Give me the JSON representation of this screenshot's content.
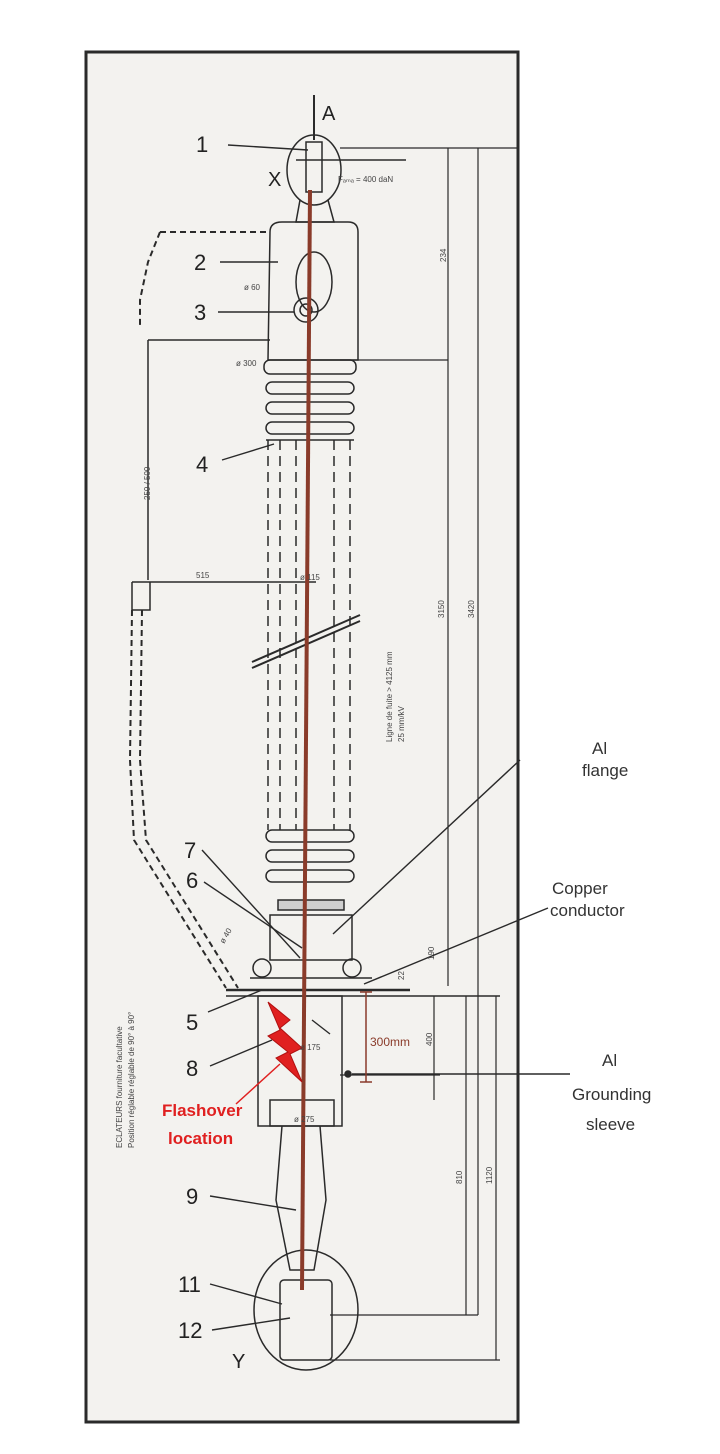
{
  "drawing": {
    "view_labels": {
      "top": "A",
      "upper": "X",
      "lower": "Y"
    },
    "part_numbers": [
      "1",
      "2",
      "3",
      "4",
      "7",
      "6",
      "5",
      "8",
      "9",
      "11",
      "12"
    ],
    "dimensions": {
      "top_spec": "Fₐₘₐ = 400 daN",
      "d60": "ø 60",
      "d300": "ø 300",
      "d115": "ø 115",
      "len_515": "515",
      "vert_250": "250 / 500",
      "len_234": "234",
      "len_3150": "3150",
      "len_3420": "3420",
      "len_810": "810",
      "len_1120": "1120",
      "len_400": "400",
      "len_190": "190",
      "len_22": "22",
      "d40": "ø 40",
      "d175": "ø 175",
      "d275": "ø 275",
      "creepage_1": "Ligne de fuite > 4125 mm",
      "creepage_2": "25 mm/kV"
    },
    "side_note_1": "ECLATEURS fourniture facultative",
    "side_note_2": "Position réglable réglable de 90° à 90°"
  },
  "annotations": {
    "al_flange_1": "Al",
    "al_flange_2": "flange",
    "copper_1": "Copper",
    "copper_2": "conductor",
    "measure": "300mm",
    "grounding_1": "Al",
    "grounding_2": "Grounding",
    "grounding_3": "sleeve",
    "flashover_1": "Flashover",
    "flashover_2": "location"
  },
  "colors": {
    "conductor": "#8a3b2a",
    "flashover": "#e02020",
    "ink": "#2a2a2a",
    "paper": "#f2f1ee"
  }
}
